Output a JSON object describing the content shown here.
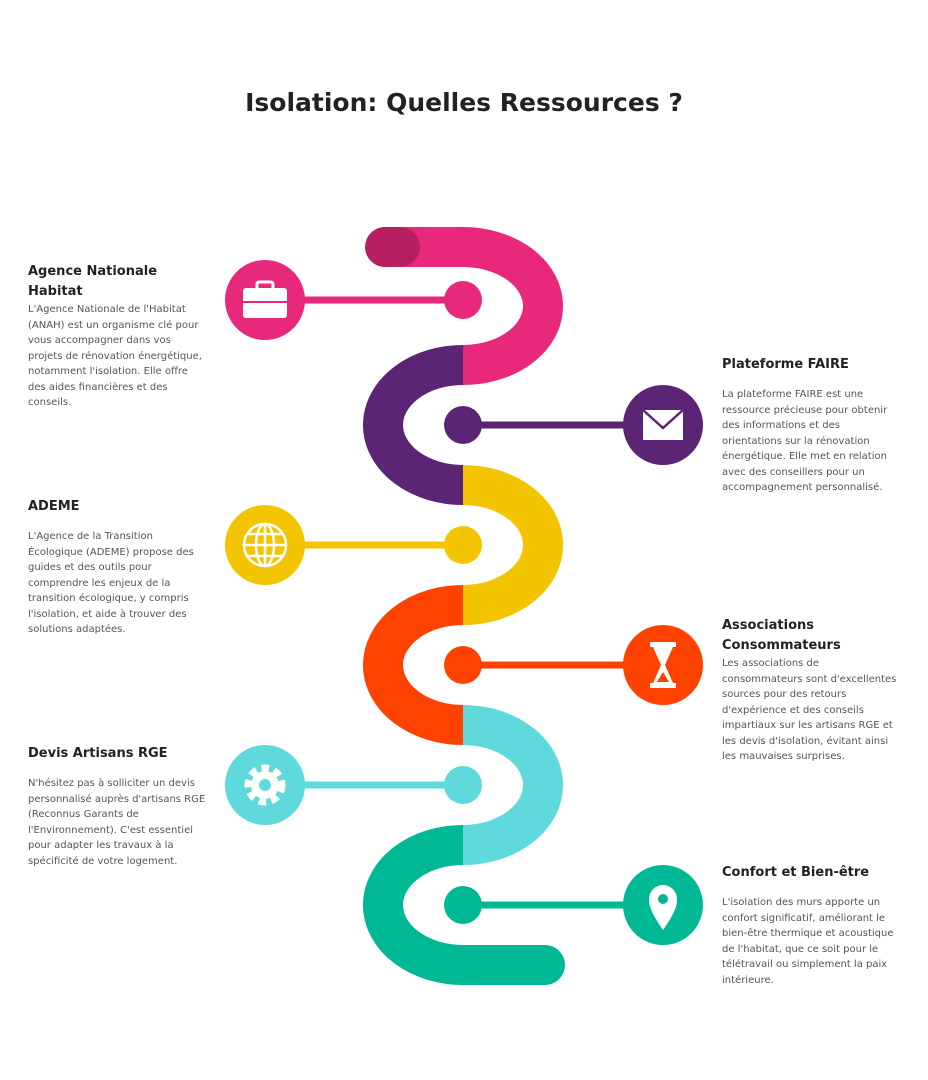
{
  "title": "Isolation: Quelles Ressources ?",
  "colors": {
    "pink": "#E8287A",
    "purple": "#5B2474",
    "yellow": "#F2C500",
    "orange": "#FF4200",
    "cyan": "#5FD9DC",
    "teal": "#00B894"
  },
  "items": [
    {
      "title": "Agence Nationale Habitat",
      "icon": "briefcase-icon",
      "text": "L'Agence Nationale de l'Habitat (ANAH) est un organisme clé pour vous accompagner dans vos projets de rénovation énergétique, notamment l'isolation. Elle offre des aides financières et des conseils."
    },
    {
      "title": "Plateforme FAIRE",
      "icon": "envelope-icon",
      "text": "La plateforme FAIRE est une ressource précieuse pour obtenir des informations et des orientations sur la rénovation énergétique. Elle met en relation avec des conseillers pour un accompagnement personnalisé."
    },
    {
      "title": "ADEME",
      "icon": "globe-icon",
      "text": "L'Agence de la Transition Écologique (ADEME) propose des guides et des outils pour comprendre les enjeux de la transition écologique, y compris l'isolation, et aide à trouver des solutions adaptées."
    },
    {
      "title": "Associations Consommateurs",
      "icon": "hourglass-icon",
      "text": "Les associations de consommateurs sont d'excellentes sources pour des retours d'expérience et des conseils impartiaux sur les artisans RGE et les devis d'isolation, évitant ainsi les mauvaises surprises."
    },
    {
      "title": "Devis Artisans RGE",
      "icon": "gear-icon",
      "text": "N'hésitez pas à solliciter un devis personnalisé auprès d'artisans RGE (Reconnus Garants de l'Environnement). C'est essentiel pour adapter les travaux à la spécificité de votre logement."
    },
    {
      "title": "Confort et Bien-être",
      "icon": "location-pin-icon",
      "text": "L'isolation des murs apporte un confort significatif, améliorant le bien-être thermique et acoustique de l'habitat, que ce soit pour le télétravail ou simplement la paix intérieure."
    }
  ]
}
